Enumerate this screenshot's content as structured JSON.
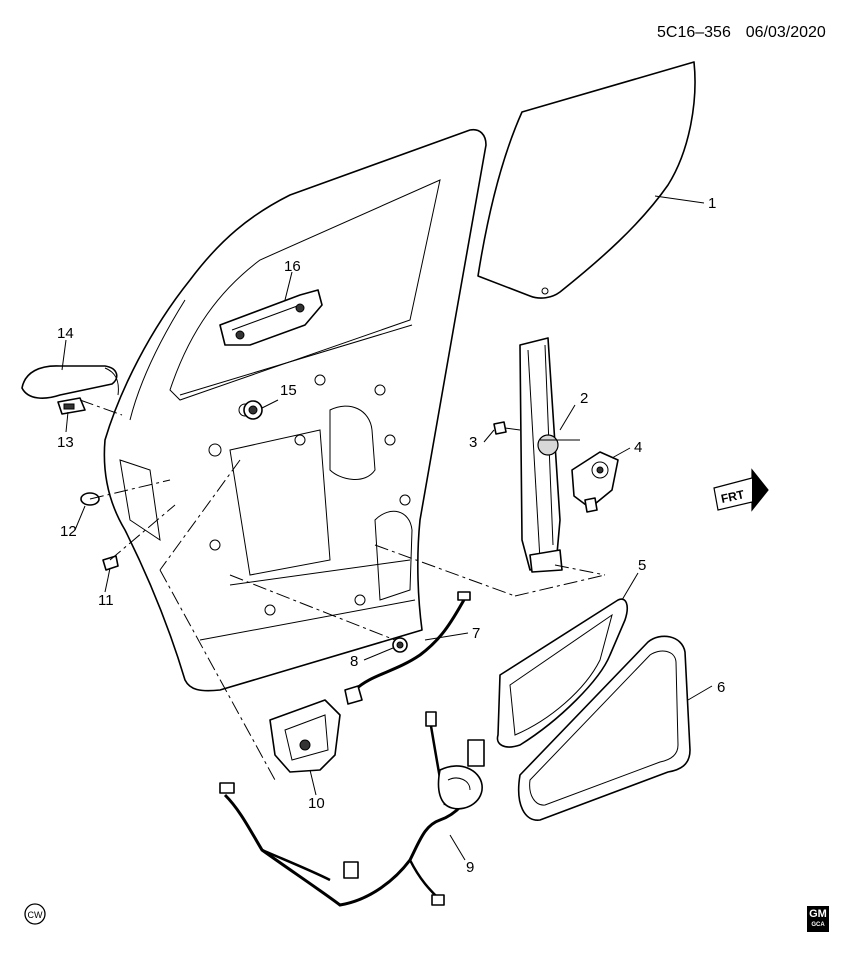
{
  "header": {
    "reference_code": "5C16–356",
    "date": "06/03/2020"
  },
  "callouts": [
    "1",
    "2",
    "3",
    "4",
    "5",
    "6",
    "7",
    "8",
    "9",
    "10",
    "11",
    "12",
    "13",
    "14",
    "15",
    "16"
  ],
  "direction_marker": {
    "label": "FRT"
  },
  "cw_badge": {
    "label": "CW"
  },
  "logo": {
    "line1": "GM",
    "line2": "GCA"
  }
}
